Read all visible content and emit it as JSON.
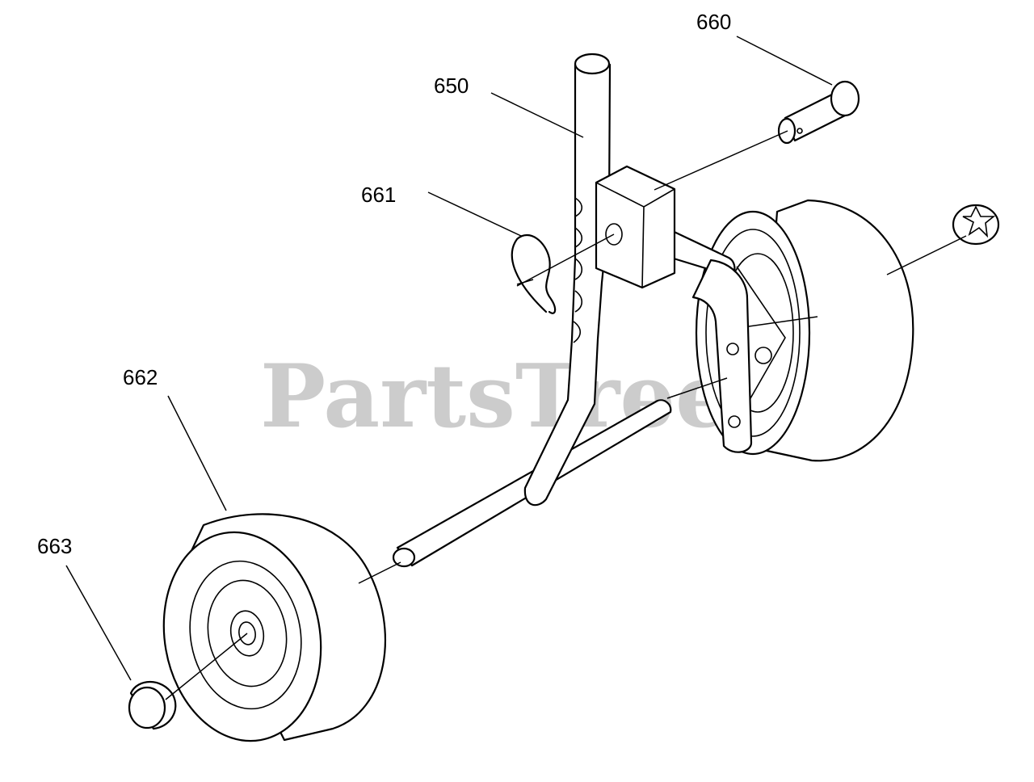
{
  "watermark": "PartsTree",
  "callouts": {
    "p650": "650",
    "p660": "660",
    "p661": "661",
    "p662": "662",
    "p663": "663"
  }
}
